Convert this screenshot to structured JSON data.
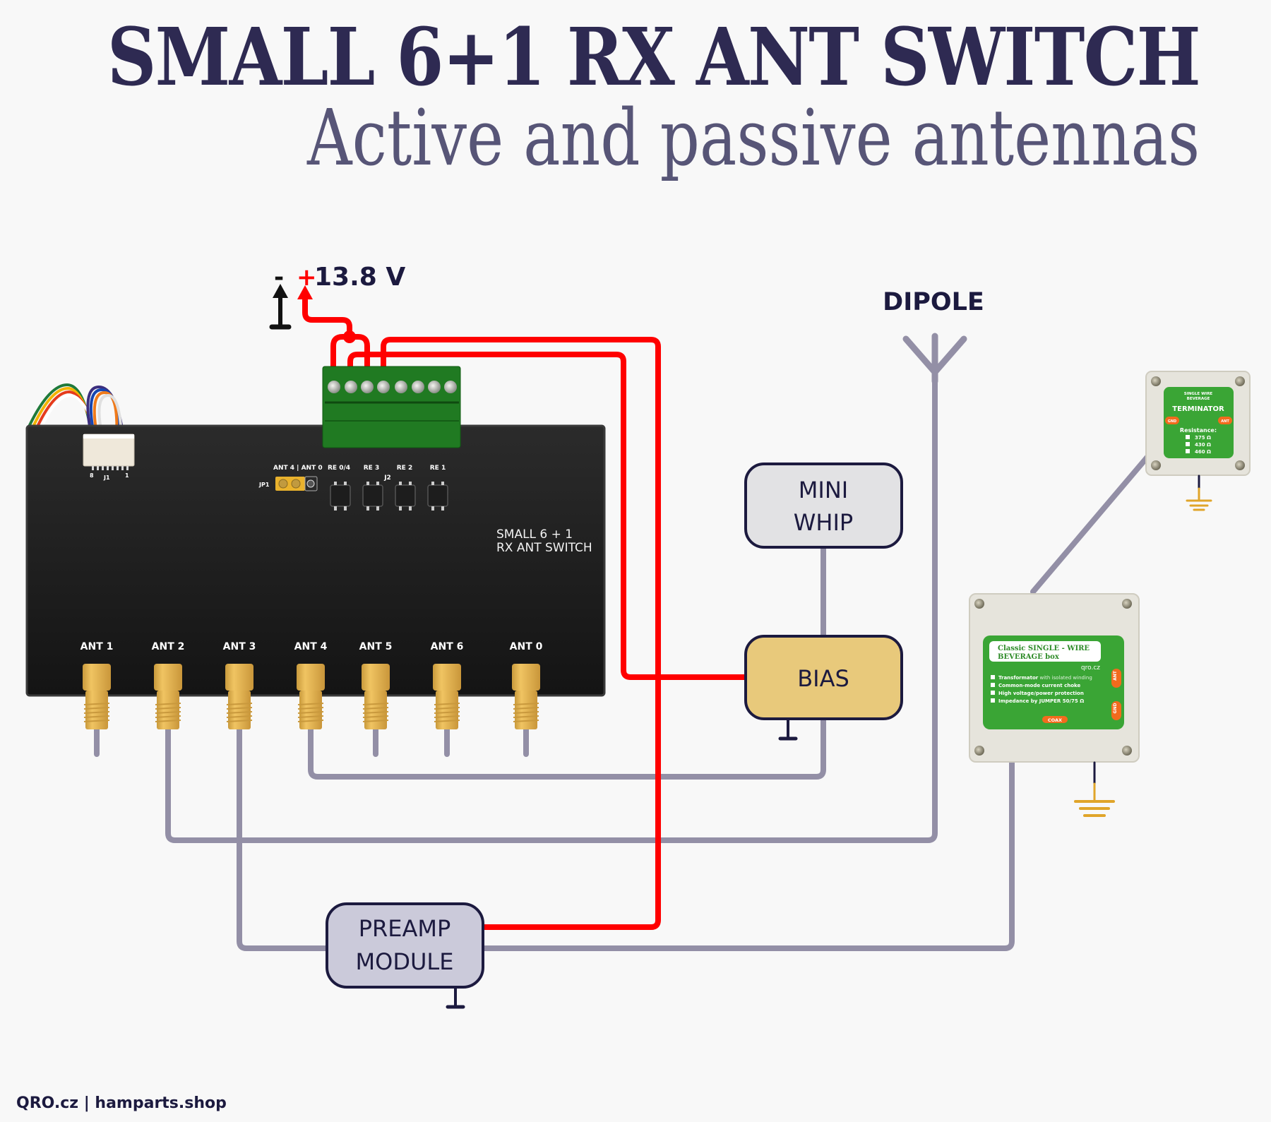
{
  "header": {
    "title": "SMALL 6+1 RX ANT SWITCH",
    "subtitle": "Active and passive antennas"
  },
  "power": {
    "minus_label": "-",
    "plus_label": "+",
    "voltage_label": "13.8 V"
  },
  "device": {
    "label_line1": "SMALL 6 + 1",
    "label_line2": "RX ANT SWITCH",
    "j1_label": "J1",
    "j1_pin_first": "8",
    "j1_pin_last": "1",
    "jp1_label": "JP1",
    "jumper_label": "ANT 4 | ANT 0",
    "j2_label": "J2",
    "relays": [
      "RE 0/4",
      "RE 3",
      "RE 2",
      "RE 1"
    ],
    "ports": [
      "ANT 1",
      "ANT 2",
      "ANT 3",
      "ANT 4",
      "ANT 5",
      "ANT 6",
      "ANT 0"
    ]
  },
  "modules": {
    "mini_whip_line1": "MINI",
    "mini_whip_line2": "WHIP",
    "bias": "BIAS",
    "preamp_line1": "PREAMP",
    "preamp_line2": "MODULE",
    "dipole": "DIPOLE"
  },
  "terminator": {
    "small1": "SINGLE WIRE",
    "small2": "BEVERAGE",
    "title": "TERMINATOR",
    "gnd": "GND",
    "ant": "ANT",
    "resistance_label": "Resistance:",
    "options": [
      "375 Ω",
      "430 Ω",
      "460 Ω"
    ]
  },
  "beverage": {
    "title_line1": "Classic SINGLE - WIRE",
    "title_line2": "BEVERAGE box",
    "brand": "qro.cz",
    "features": [
      {
        "bold": "Transformator",
        "rest": " with isolated winding"
      },
      {
        "bold": "Common-mode current choke",
        "rest": ""
      },
      {
        "bold": "High voltage/power protection",
        "rest": ""
      },
      {
        "bold": "Impedance by JUMPER 50/75 Ω",
        "rest": ""
      }
    ],
    "ant": "ANT",
    "gnd": "GND",
    "coax": "COAX"
  },
  "colors": {
    "title": "#2e2a52",
    "power_wire": "#ff0000",
    "coax_wire": "#938fa6",
    "bias_fill": "#e8c97b",
    "preamp_fill": "#cbcada",
    "whip_fill": "#e2e2e4",
    "pcb_green": "#3aa535",
    "connector_gold": "#e6b654"
  },
  "footer": "QRO.cz | hamparts.shop"
}
